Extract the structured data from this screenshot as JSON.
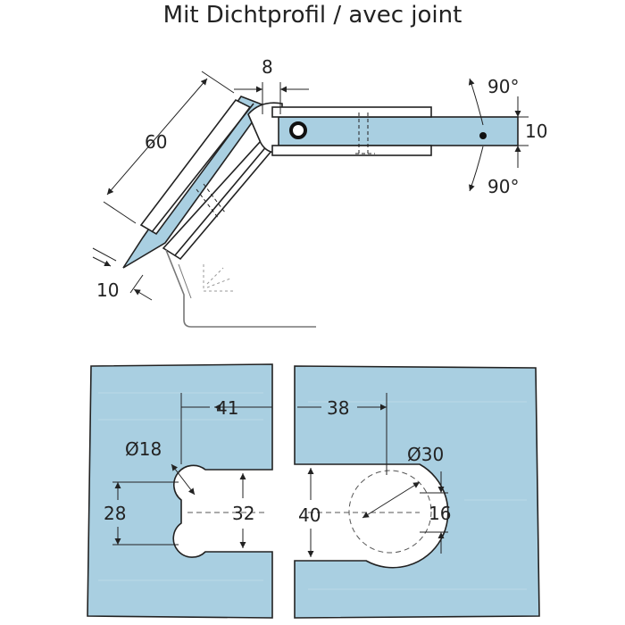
{
  "title": "Mit Dichtprofil / avec joint",
  "colors": {
    "glass": "#a9cfe1",
    "glass_edge": "#8fb7cc",
    "line": "#222222",
    "frame": "#777777"
  },
  "top_view": {
    "dims": {
      "gap": "8",
      "length": "60",
      "thickness_left": "10",
      "thickness_right": "10",
      "angle_up": "90°",
      "angle_down": "90°"
    }
  },
  "cutouts": {
    "left": {
      "distance": "41",
      "hole_diameter": "Ø18",
      "hole_spacing": "28",
      "slot_height": "32"
    },
    "right": {
      "distance": "38",
      "hole_diameter": "Ø30",
      "slot_height": "40",
      "inner_height": "16"
    }
  }
}
